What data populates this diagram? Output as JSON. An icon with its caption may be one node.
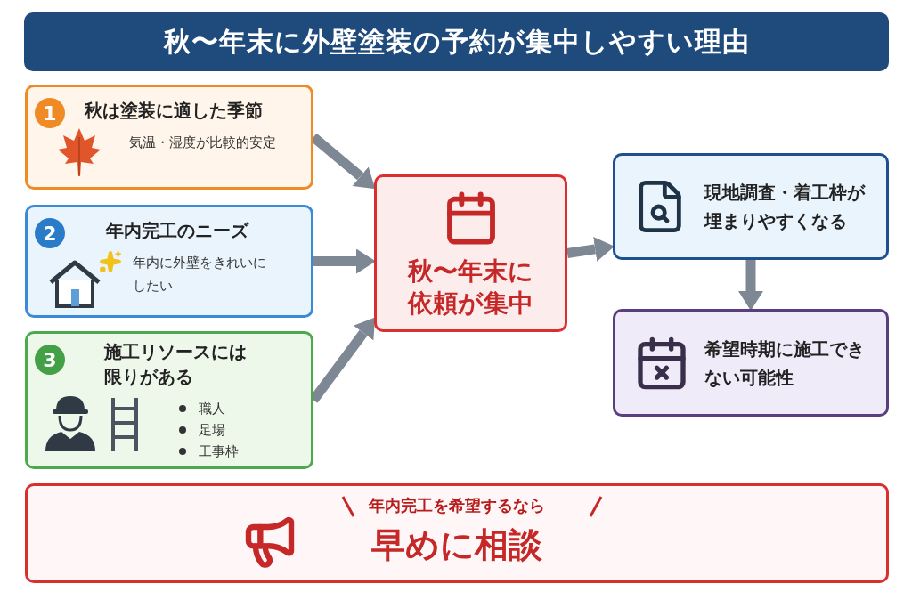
{
  "diagram": {
    "title": "秋〜年末に外壁塗装の予約が集中しやすい理由",
    "nodes": [
      {
        "text": [
          "1",
          "秋は塗装に適した季節",
          "気温・湿度が比較的安定"
        ]
      },
      {
        "text": [
          "2",
          "年内完工のニーズ",
          "年内に外壁をきれいにしたい"
        ]
      },
      {
        "text": [
          "3",
          "施工リソースには限りがある",
          "職人",
          "足場",
          "工事枠"
        ]
      },
      {
        "text": [
          "秋〜年末に依頼が集中"
        ]
      },
      {
        "text": [
          "現地調査・着工枠が埋まりやすくなる"
        ]
      },
      {
        "text": [
          "希望時期に施工できない可能性"
        ]
      },
      {
        "text": [
          "年内完工を希望するなら",
          "早めに相談"
        ]
      }
    ],
    "edges": [
      {
        "from": 0,
        "to": 3,
        "arrow": "to"
      },
      {
        "from": 1,
        "to": 3,
        "arrow": "to"
      },
      {
        "from": 2,
        "to": 3,
        "arrow": "to"
      },
      {
        "from": 3,
        "to": 4,
        "arrow": "to"
      },
      {
        "from": 4,
        "to": 5,
        "arrow": "to"
      }
    ]
  }
}
